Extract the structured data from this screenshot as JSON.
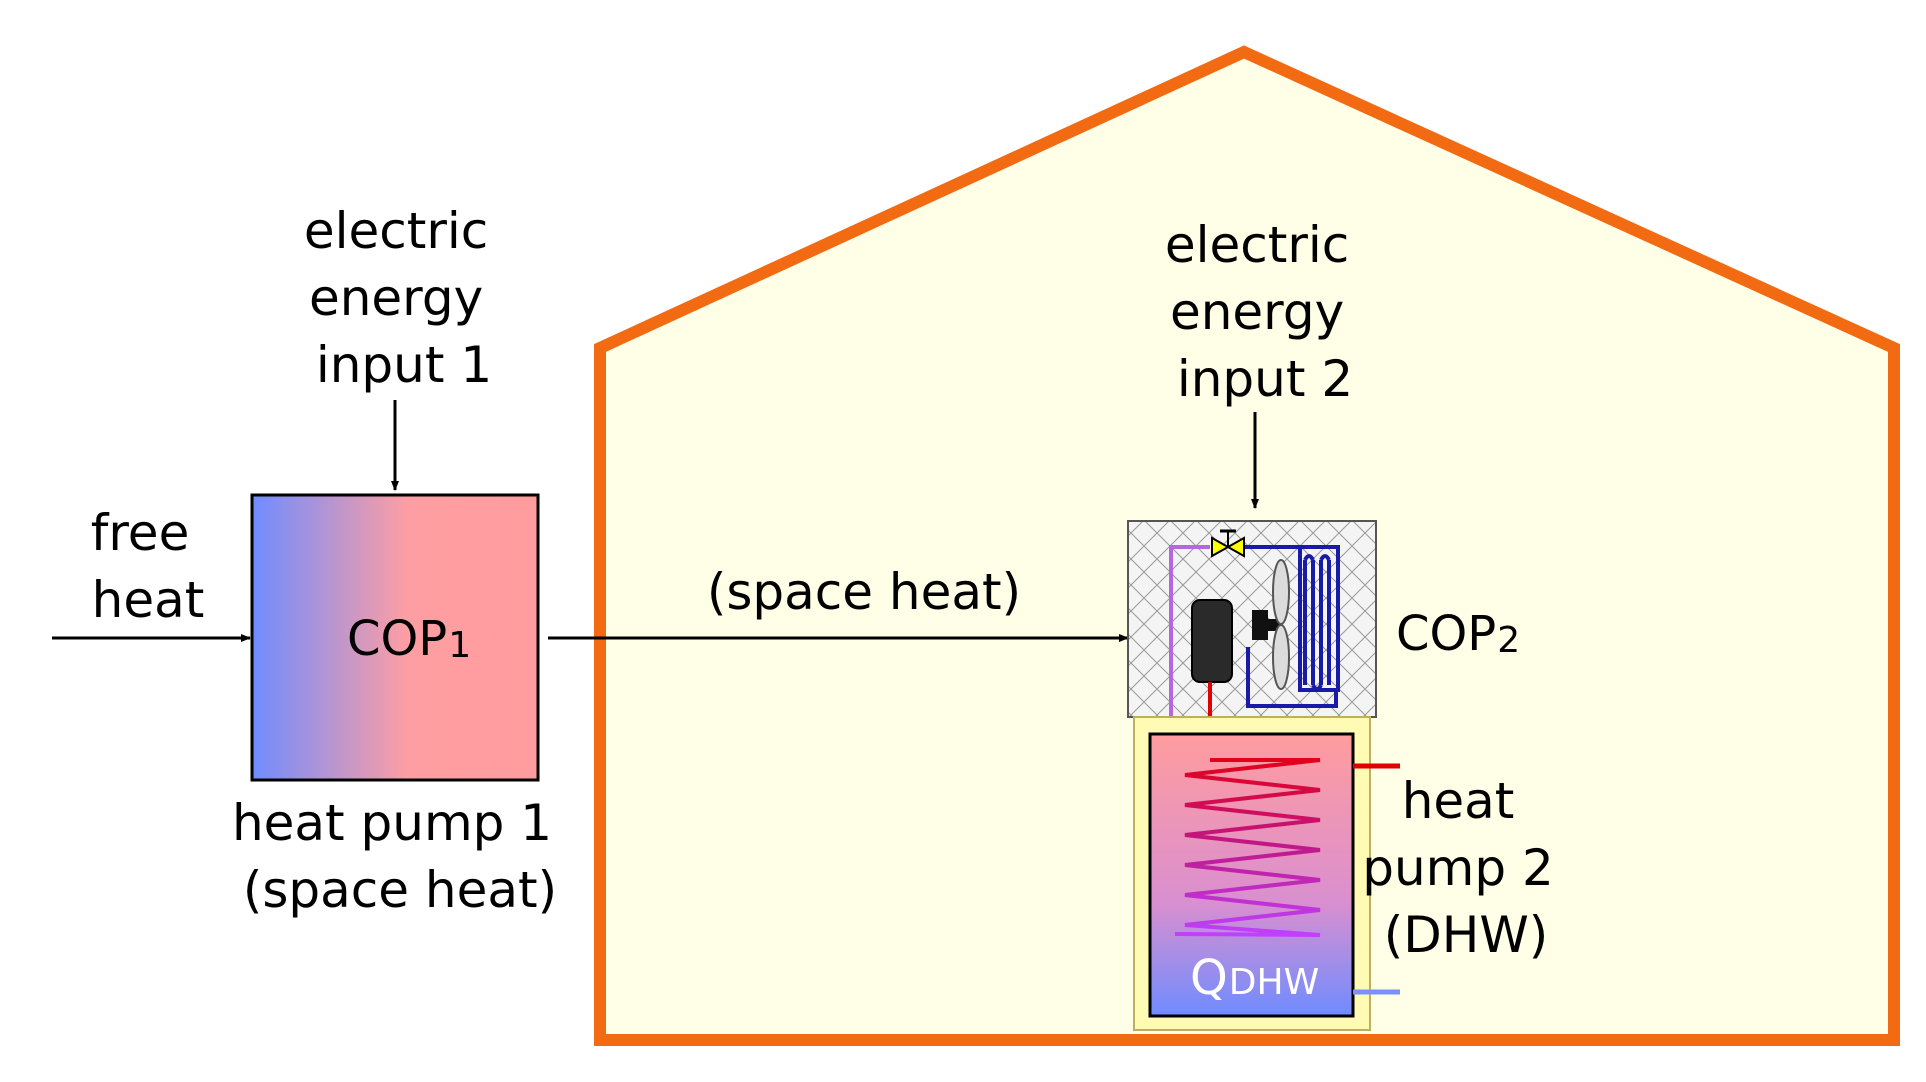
{
  "colors": {
    "house_outline": "#f26a12",
    "house_fill": "#fffee6",
    "cold": "#6f8cff",
    "hot": "#ff9c9e",
    "tank_jacket": "#fffbb5",
    "coil_hot": "#e3001b",
    "coil_mid": "#c0188a",
    "coil_cool": "#c040ff",
    "refrigerant_cold": "#1a1aa8",
    "refrigerant_warm": "#b866e0",
    "pipe_out": "#e00000",
    "pipe_in": "#7b90ff",
    "valve": "#ffff00",
    "unit_casing": "#f4f4f4"
  },
  "icons": [
    "arrow-icon",
    "expansion-valve-icon",
    "fan-icon",
    "compressor-icon",
    "condenser-coil-icon",
    "heating-coil-icon"
  ],
  "left": {
    "input_label": [
      "electric",
      "energy",
      "input 1"
    ],
    "source_label": [
      "free",
      "heat"
    ],
    "cop_main": "COP",
    "cop_sub": "1",
    "name_label": [
      "heat pump 1",
      "(space heat)"
    ]
  },
  "flow": {
    "label": "(space heat)"
  },
  "right": {
    "input_label": [
      "electric",
      "energy",
      "input 2"
    ],
    "cop_main": "COP",
    "cop_sub": "2",
    "name_label": [
      "heat",
      "pump 2",
      "(DHW)"
    ],
    "q_main": "Q",
    "q_sub": "DHW"
  }
}
